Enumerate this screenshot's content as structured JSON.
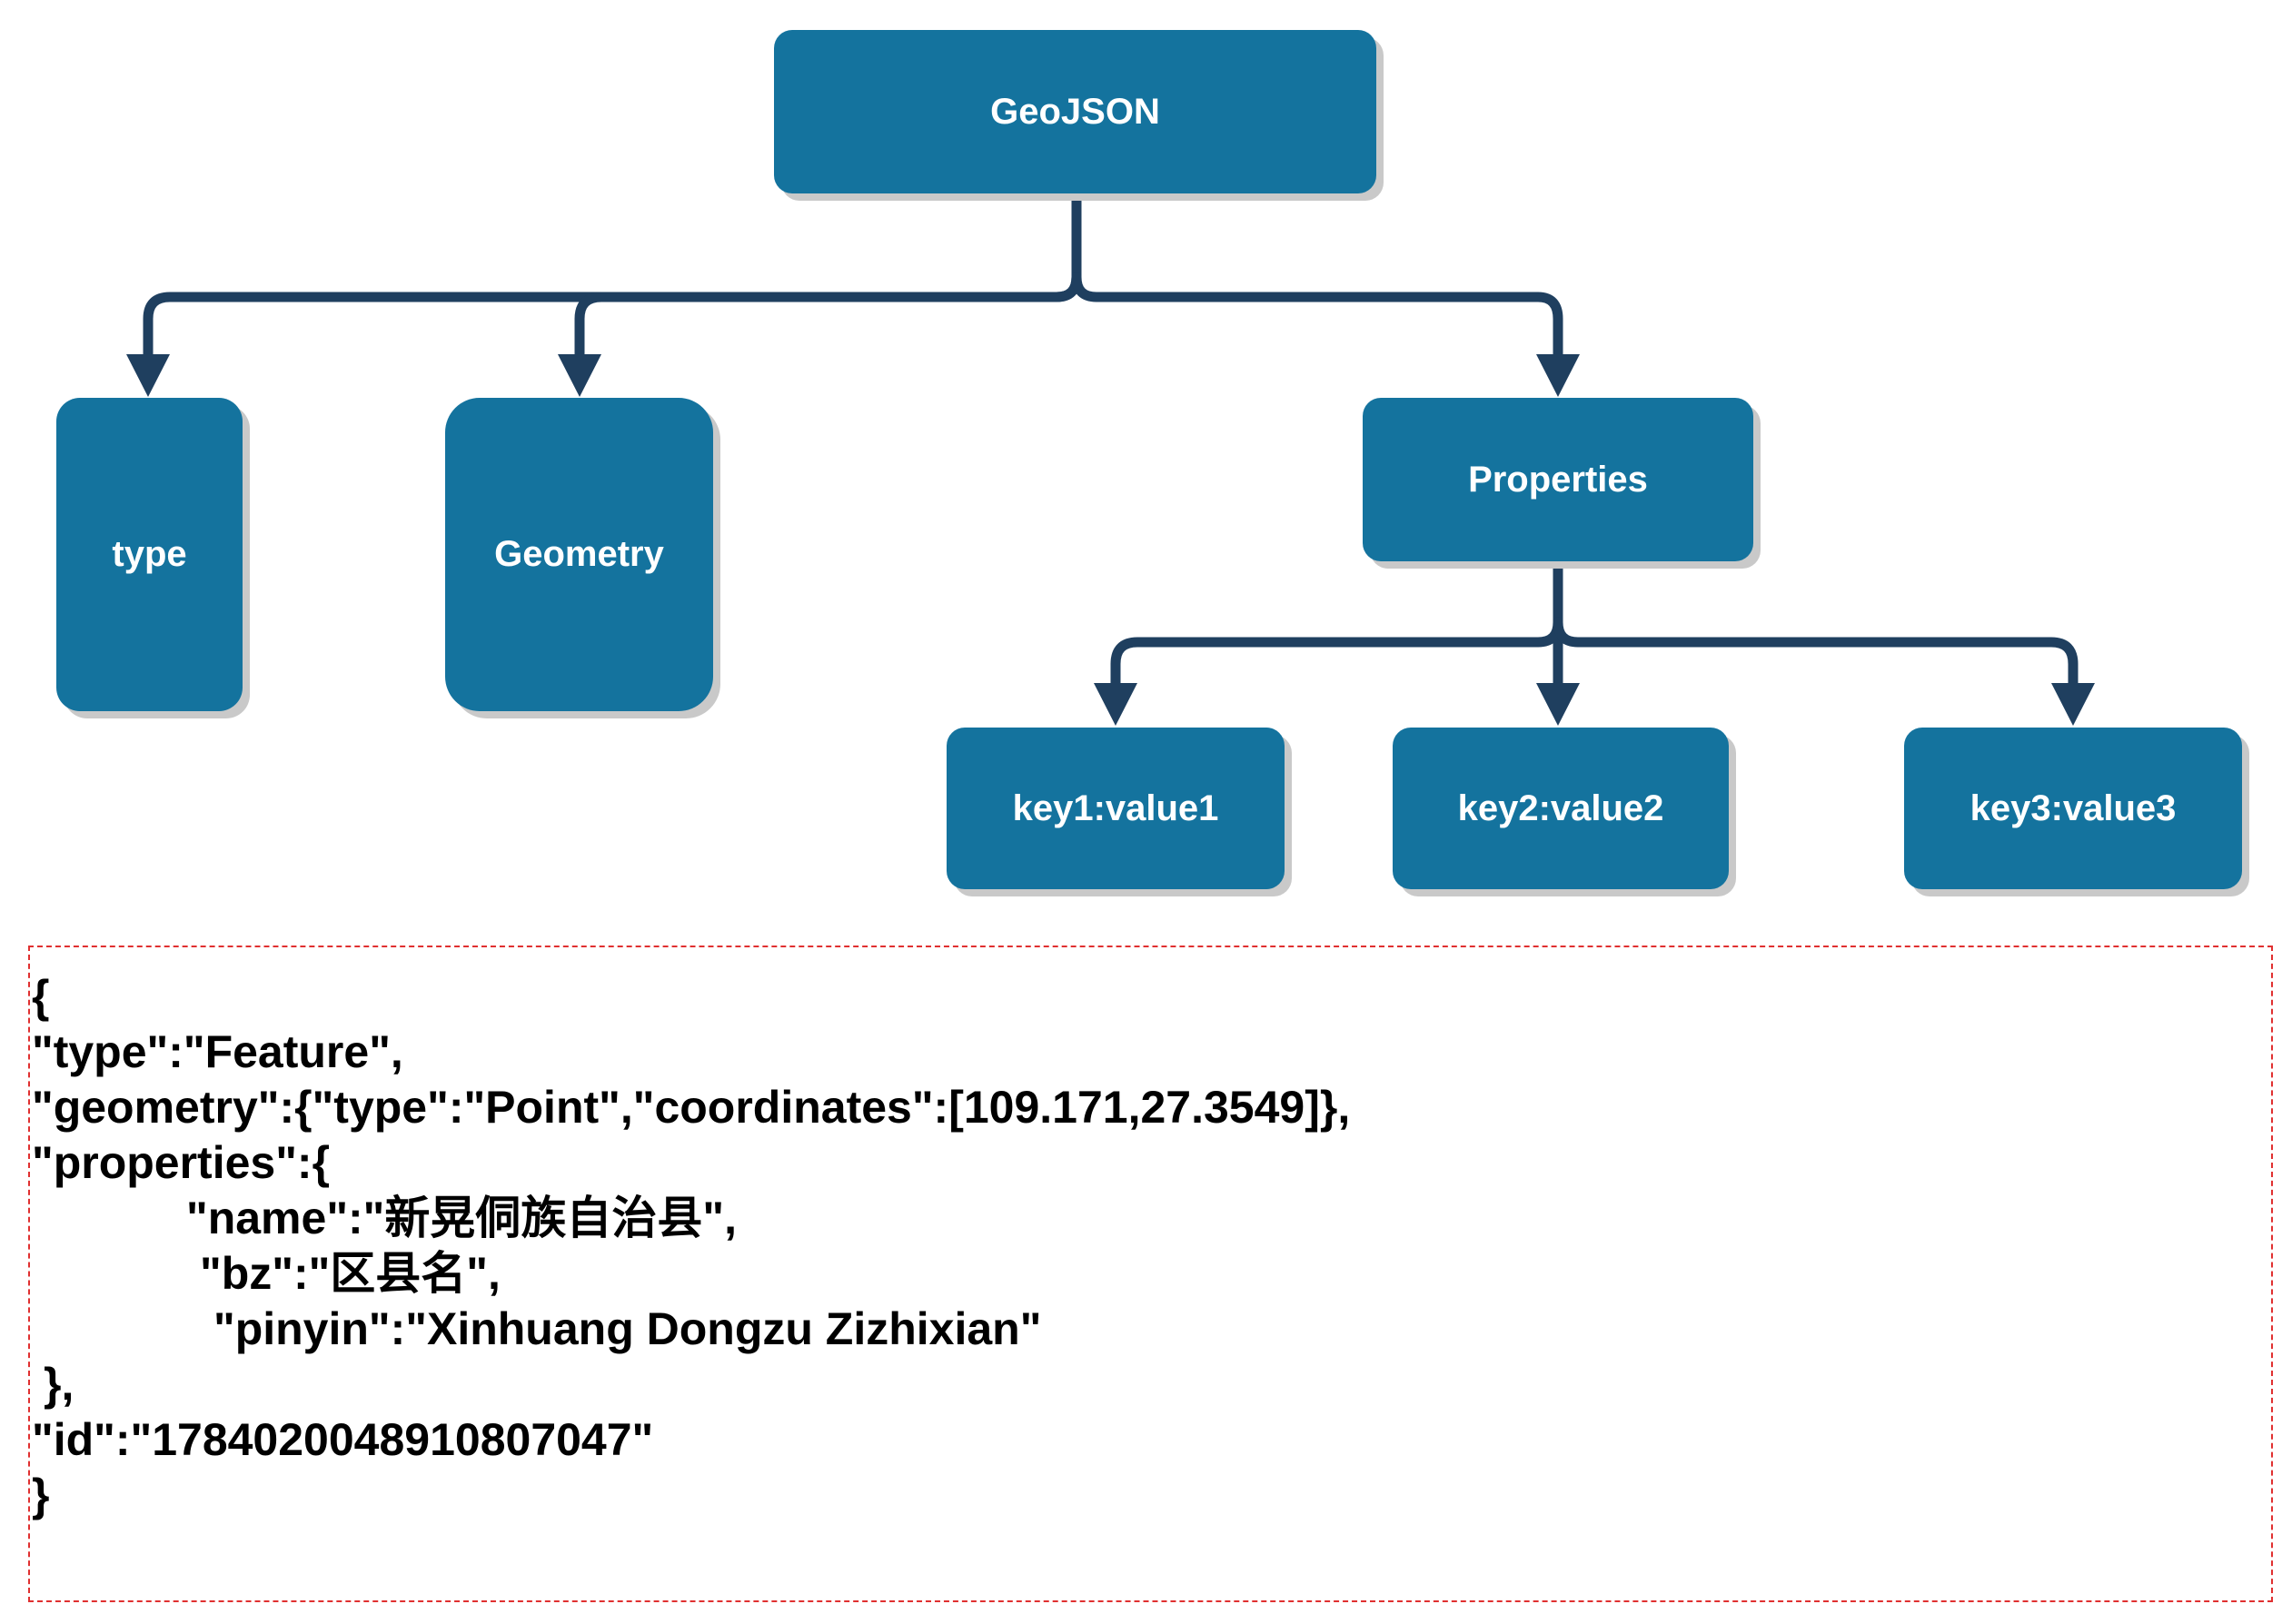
{
  "colors": {
    "node_fill": "#14739e",
    "node_text": "#ffffff",
    "connector": "#1f3f5f",
    "shadow": "#c9c9c9",
    "dashed_border": "#e03030"
  },
  "tree": {
    "root": "GeoJSON",
    "type": "type",
    "geometry": "Geometry",
    "properties": "Properties",
    "key1": "key1:value1",
    "key2": "key2:value2",
    "key3": "key3:value3"
  },
  "code": {
    "lines": [
      "{",
      "\"type\":\"Feature\",",
      "\"geometry\":{\"type\":\"Point\",\"coordinates\":[109.171,27.3549]},",
      "\"properties\":{",
      "\"name\":\"新晃侗族自治县\",",
      "\"bz\":\"区县名\",",
      "\"pinyin\":\"Xinhuang Dongzu Zizhixian\"",
      "},",
      "\"id\":\"1784020048910807047\"",
      "}"
    ]
  }
}
